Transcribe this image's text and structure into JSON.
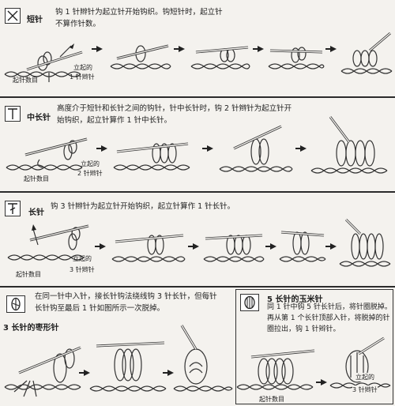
{
  "sections": [
    {
      "title": "短针",
      "symbol": "x-icon",
      "desc": "钩 1 针辫针为起立针开始钩织。钩短针时，起立针不算作针数。",
      "labels": {
        "rise": "立起的",
        "count": "1 针辫针",
        "base": "起针数目"
      }
    },
    {
      "title": "中长针",
      "symbol": "t-icon",
      "desc": "高度介于短针和长针之间的钩针，针中长针时，钩 2 针辫针为起立针开始钩织，起立针算作 1 针中长针。",
      "labels": {
        "rise": "立起的",
        "count": "2 针辫针",
        "base": "起针数目"
      }
    },
    {
      "title": "长针",
      "symbol": "t-slash-icon",
      "desc": "钩 3 针辫针为起立针开始钩织，起立针算作 1 针长针。",
      "labels": {
        "rise": "立起的",
        "count": "3 针辫针",
        "base": "起针数目"
      }
    }
  ],
  "bottom_left": {
    "symbol": "leaf-icon",
    "title": "3 长针的枣形针",
    "desc": "在同一针中入针，接长针钩法绕线钩 3 针长针，但每针长针钩至最后 1 针如图所示一次脱掉。"
  },
  "bottom_right": {
    "symbol": "corn-icon",
    "title": "5 长针的玉米针",
    "desc": "同 1 针中钩 5 针长针后，将针圈脱掉。再从第 1 个长针顶部入针，将脱掉的针圈拉出，钩 1 针辫针。",
    "labels": {
      "rise": "立起的",
      "count": "3 针辫针",
      "base": "起针数目"
    }
  }
}
